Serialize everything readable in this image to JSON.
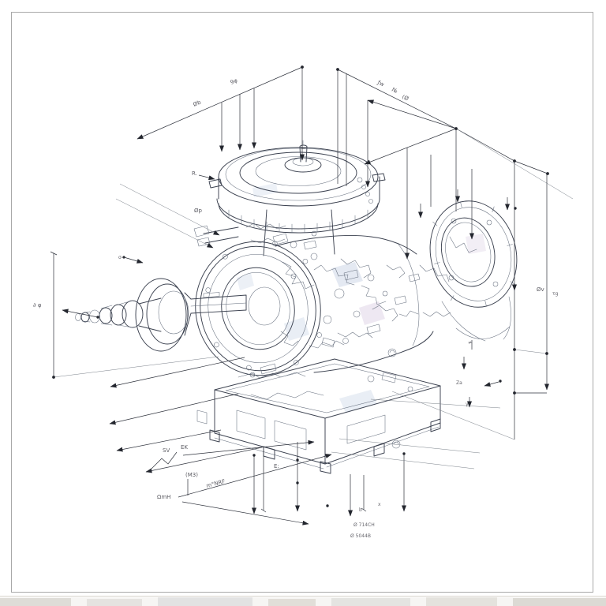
{
  "palette": {
    "paper": "#ffffff",
    "frame_border": "#a9a9a9",
    "ink": "#3c4250",
    "ink_light": "#67707f",
    "dimension_line": "#2e323c",
    "annotation_text": "#4a4a52",
    "wash_blue": "#c9d4e6",
    "wash_violet": "#d9cde3",
    "scan_band": "#a9a49b"
  },
  "annotations": {
    "a1": "9φ",
    "a2": "Øb",
    "a3": "ƒw",
    "a4": "№",
    "a5": "(Ø",
    "a6": "R.",
    "a7": "Øp",
    "a8": "σ—",
    "a9": "∂ φ",
    "a10": "Øv",
    "a11": "τg",
    "a12": "SV",
    "a13": "EK",
    "a14": "(M3)",
    "a15": "ΩmH",
    "a16": "m°NRF",
    "a17": "E:",
    "a18": "Ø 714CH",
    "a19": "Ø 5044B",
    "a20": "Za",
    "a21": "γ",
    "a22": "b",
    "a23": "x",
    "a24": "≠"
  }
}
